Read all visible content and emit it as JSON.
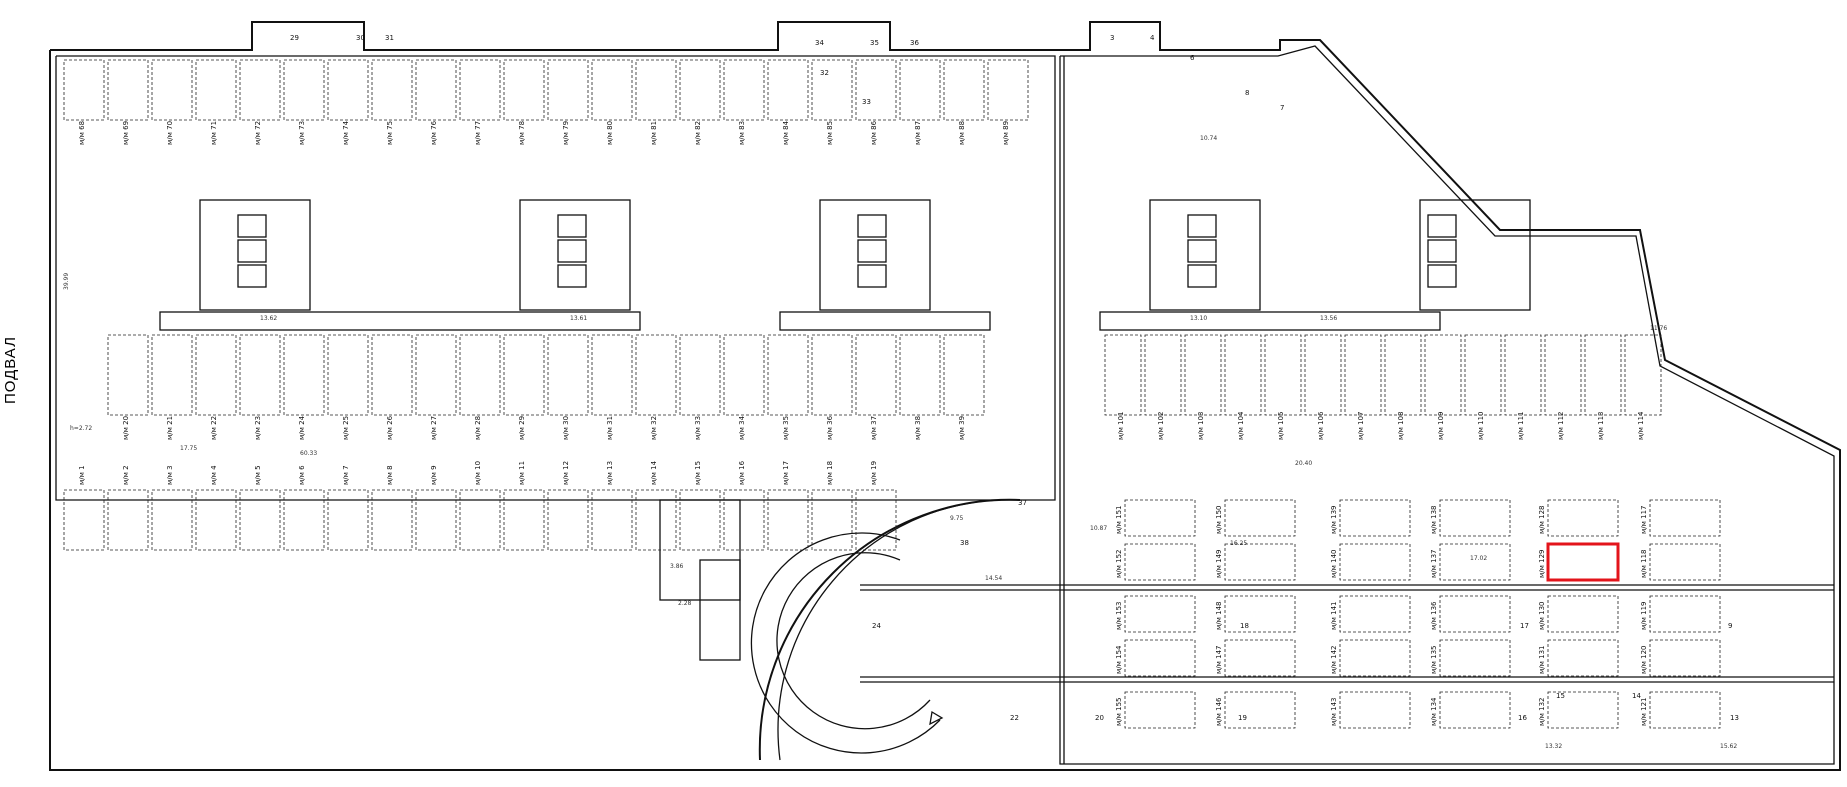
{
  "title": "ПОДВАЛ",
  "colors": {
    "highlight": "#e3141b",
    "lines": "#111111"
  },
  "highlighted_spot": "м/м 129",
  "dims": {
    "overall_height": "39.99",
    "overall_width": "60.33",
    "ramp_radius": "9.75",
    "corridor_1": "13.62",
    "corridor_2": "13.61",
    "corridor_3": "13.56",
    "corridor_4": "13.10",
    "corridor_5": "16.25",
    "corridor_6": "17.02",
    "corridor_7": "20.40",
    "corridor_8": "17.75",
    "corridor_9": "11.76",
    "corridor_10": "10.74",
    "corridor_11": "14.54",
    "corridor_12": "10.87",
    "corridor_13": "13.32",
    "corridor_14": "15.62",
    "level_mark": "h=2.72",
    "stair_a": "3.86",
    "stair_b": "2.28"
  },
  "top_row_labels": [
    "м/м 68",
    "м/м 69",
    "м/м 70",
    "м/м 71",
    "м/м 72",
    "м/м 73",
    "м/м 74",
    "м/м 75",
    "м/м 76",
    "м/м 77",
    "м/м 78",
    "м/м 79",
    "м/м 80",
    "м/м 81",
    "м/м 82",
    "м/м 83",
    "м/м 84",
    "м/м 85",
    "м/м 86",
    "м/м 87",
    "м/м 88",
    "м/м 89"
  ],
  "mid_row_labels": [
    "м/м 20",
    "м/м 21",
    "м/м 22",
    "м/м 23",
    "м/м 24",
    "м/м 25",
    "м/м 26",
    "м/м 27",
    "м/м 28",
    "м/м 29",
    "м/м 30",
    "м/м 31",
    "м/м 32",
    "м/м 33",
    "м/м 34",
    "м/м 35",
    "м/м 36",
    "м/м 37",
    "м/м 38",
    "м/м 39"
  ],
  "bottom_row_labels": [
    "м/м 1",
    "м/м 2",
    "м/м 3",
    "м/м 4",
    "м/м 5",
    "м/м 6",
    "м/м 7",
    "м/м 8",
    "м/м 9",
    "м/м 10",
    "м/м 11",
    "м/м 12",
    "м/м 13",
    "м/м 14",
    "м/м 15",
    "м/м 16",
    "м/м 17",
    "м/м 18",
    "м/м 19"
  ],
  "right_row_labels": [
    "м/м 101",
    "м/м 102",
    "м/м 103",
    "м/м 104",
    "м/м 105",
    "м/м 106",
    "м/м 107",
    "м/м 108",
    "м/м 109",
    "м/м 110",
    "м/м 111",
    "м/м 112",
    "м/м 113",
    "м/м 114"
  ],
  "right_lower_labels": [
    "м/м 151",
    "м/м 150",
    "м/м 139",
    "м/м 138",
    "м/м 128",
    "м/м 117",
    "м/м 152",
    "м/м 149",
    "м/м 140",
    "м/м 137",
    "м/м 129",
    "м/м 118",
    "м/м 153",
    "м/м 148",
    "м/м 141",
    "м/м 136",
    "м/м 130",
    "м/м 119",
    "м/м 154",
    "м/м 147",
    "м/м 142",
    "м/м 135",
    "м/м 131",
    "м/м 120",
    "м/м 155",
    "м/м 146",
    "м/м 143",
    "м/м 134",
    "м/м 132",
    "м/м 121"
  ],
  "misc_labels": {
    "room_37": "37",
    "room_38": "38",
    "room_24": "24",
    "room_22": "22",
    "room_20": "20",
    "room_19": "19",
    "room_18": "18",
    "room_17": "17",
    "room_16": "16",
    "room_15": "15",
    "room_14": "14",
    "room_13": "13",
    "room_9": "9",
    "room_8": "8",
    "room_7": "7",
    "room_6": "6",
    "room_29": "29",
    "room_30": "30",
    "room_31": "31",
    "room_33": "33",
    "room_34": "34",
    "room_35": "35",
    "room_36": "36",
    "room_32": "32",
    "room_4": "4",
    "room_3": "3"
  }
}
